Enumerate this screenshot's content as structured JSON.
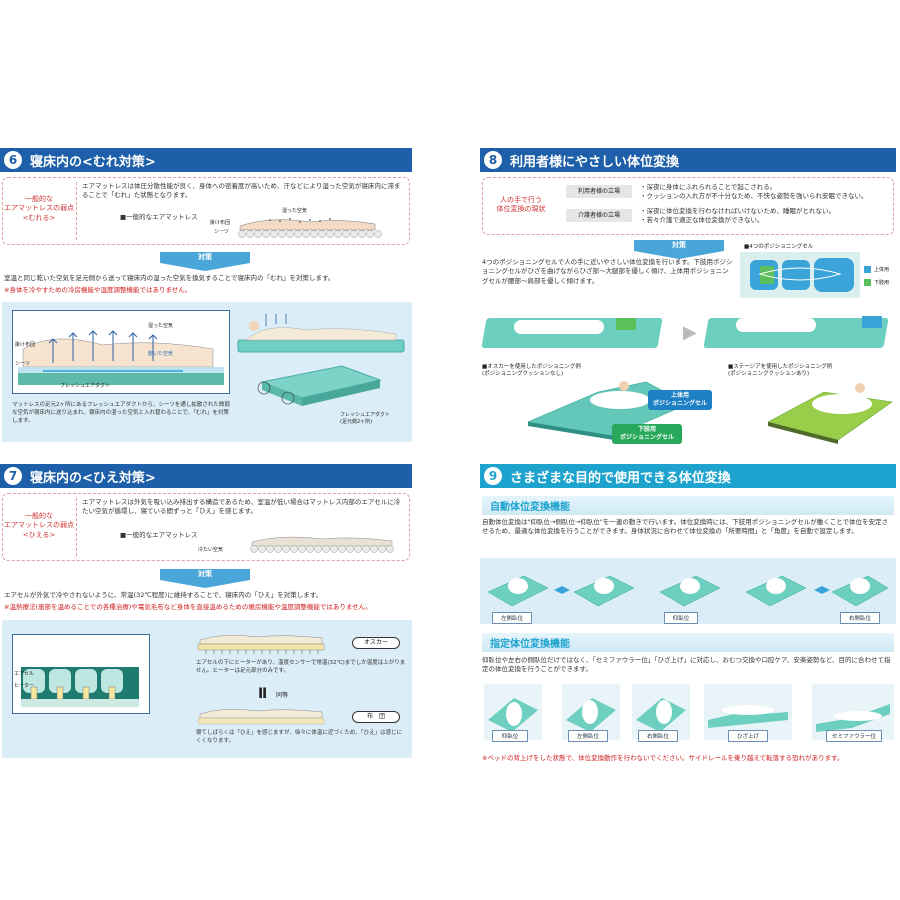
{
  "s6": {
    "num": "6",
    "title": "寝床内の<むれ対策>",
    "side_label": "一般的な\nエアマットレスの弱点\n<むれる>",
    "desc": "エアマットレスは体圧分散性能が良く、身体への密着度が高いため、汗などにより湿った空気が寝床内に滞まることで「むれ」た状態となります。",
    "diagram_caption": "■一般的なエアマットレス",
    "label_moist_air": "湿った空気",
    "label_kakebuton": "掛け布団",
    "label_sheet": "シーツ",
    "taisaku": "対策",
    "body": "室温と同じ乾いた空気を足元側から送って寝床内の湿った空気を換気することで寝床内の「むれ」を対策します。",
    "note": "※身体を冷やすための冷房機能や湿度調整機能ではありません。",
    "band_label_moist": "湿った空気",
    "band_label_dry": "乾いた空気",
    "band_label_futon": "掛け布団",
    "band_label_sheet": "シーツ",
    "band_label_duct": "フレッシュエアダクト",
    "band_text": "マットレスの足元2ヶ所にあるフレッシュエアダクトから、シーツを通し拡散された微弱な空気が寝床内に送り込まれ、寝床内の湿った空気と入れ替わることで、「むれ」を対策します。",
    "band_duct_caption": "フレッシュエアダクト\n(足元側2ヶ所)"
  },
  "s7": {
    "num": "7",
    "title": "寝床内の<ひえ対策>",
    "side_label": "一般的な\nエアマットレスの弱点\n<ひえる>",
    "desc": "エアマットレスは外気を吸い込み排出する構造であるため、室温が低い場合はマットレス内部のエアセルに冷たい空気が循環し、寝ている間ずっと「ひえ」を感じます。",
    "diagram_caption": "■一般的なエアマットレス",
    "label_cold_air": "冷たい空気",
    "taisaku": "対策",
    "body": "エアセルが外気で冷やされないように、常温(32℃程度)に維持することで、寝床内の「ひえ」を対策します。",
    "note": "※温熱療法(患部を温めることでの各種治療)や電気毛布など身体を直接温めるための暖房機能や温度調整機能ではありません。",
    "band_label_aircell": "エアセル",
    "band_label_heater": "ヒーター",
    "tag_oscar": "オスカー",
    "oscar_text": "エアセルの下にヒーターがあり、温度センサーで常温(32℃)までしか温度は上がりません。ヒーターは足元部分のみです。",
    "equal_label": "同等",
    "tag_futon": "布　団",
    "futon_text": "寝てしばらくは「ひえ」を感じますが、徐々に体温に近づくため、「ひえ」は感じにくくなります。"
  },
  "s8": {
    "num": "8",
    "title": "利用者様にやさしい体位変換",
    "side_label": "人の手で行う\n体位変換の現状",
    "tag_user": "利用者様の立場",
    "user_lines": [
      "・深夜に身体にふれられることで起こされる。",
      "・クッションの入れ方が不十分なため、不快な姿勢を強いられ安眠できない。"
    ],
    "tag_carer": "介護者様の立場",
    "carer_lines": [
      "・深夜に体位変換を行わなければいけないため、睡眠がとれない。",
      "・若々介護で適正な体位変換ができない。"
    ],
    "taisaku": "対策",
    "body": "4つのポジショニングセルで人の手に近いやさしい体位変換を行います。下肢用ポジショニングセルがひざを曲げながらひざ部〜大腿部を優しく傾け、上体用ポジショニングセルが腰部〜肩部を優しく傾けます。",
    "cell_caption": "■4つのポジショニングセル",
    "legend_upper": "上体用",
    "legend_lower": "下肢用",
    "oscar_caption": "■オスカーを使用したポジショニング例\n(ポジショニングクッションなし)",
    "bubble_upper": "上体用\nポジショニングセル",
    "bubble_lower": "下肢用\nポジショニングセル",
    "stage_caption": "■ステージアを使用したポジショニング例\n(ポジショニングクッションあり)"
  },
  "s9": {
    "num": "9",
    "title": "さまざまな目的で使用できる体位変換",
    "auto_title": "自動体位変換機能",
    "auto_text": "自動体位変換は\"仰臥位→側臥位→仰臥位\"を一連の動きで行います。体位変換時には、下肢用ポジショニングセルが働くことで体位を安定させるため、最適な体位変換を行うことができます。身体状況に合わせて体位変換の「所要時間」と「角度」を自動で設定します。",
    "auto_labels": [
      "左側臥位",
      "仰臥位",
      "右側臥位"
    ],
    "spec_title": "指定体位変換機能",
    "spec_text": "仰臥位や左右の側臥位だけではなく、「セミファウラー位」「ひざ上げ」に対応し、おむつ交換や口腔ケア、安楽姿勢など、目的に合わせて指定の体位変換を行うことができます。",
    "spec_labels": [
      "仰臥位",
      "左側臥位",
      "右側臥位",
      "ひざ上げ",
      "セミファウラー位"
    ],
    "note": "※ベッドの背上げをした状態で、体位変換動作を行わないでください。サイドレールを乗り越えて転落する恐れがあります。"
  }
}
